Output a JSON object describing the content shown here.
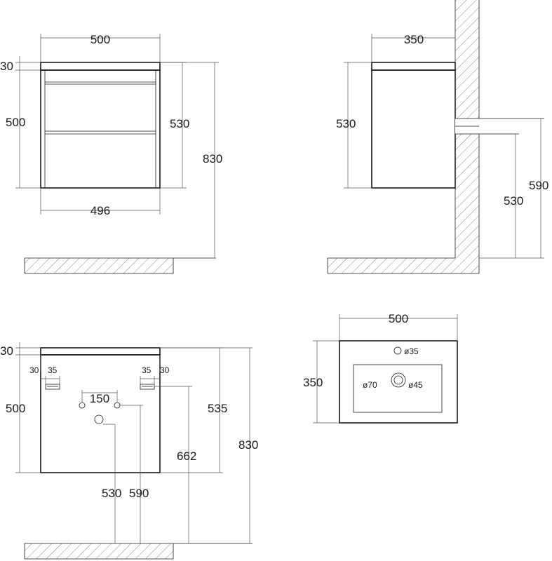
{
  "front_view": {
    "width_top": "500",
    "countertop": "30",
    "body_height": "500",
    "drawers_height": "530",
    "total_height": "830",
    "width_bottom": "496"
  },
  "side_view": {
    "depth": "350",
    "body_height": "530",
    "pipe_height": "590",
    "bottom_height": "530"
  },
  "back_view": {
    "countertop": "30",
    "bracket_left_offset": "30",
    "bracket_left_width": "35",
    "bracket_right_width": "35",
    "bracket_right_offset": "30",
    "hole_spacing": "150",
    "body_height": "500",
    "bracket_height": "535",
    "bracket_level": "662",
    "total_height": "830",
    "drain_height": "530",
    "supply_height": "590"
  },
  "top_view": {
    "width": "500",
    "depth": "350",
    "tap_hole": "ø35",
    "drain_outer": "ø70",
    "drain_inner": "ø45"
  }
}
